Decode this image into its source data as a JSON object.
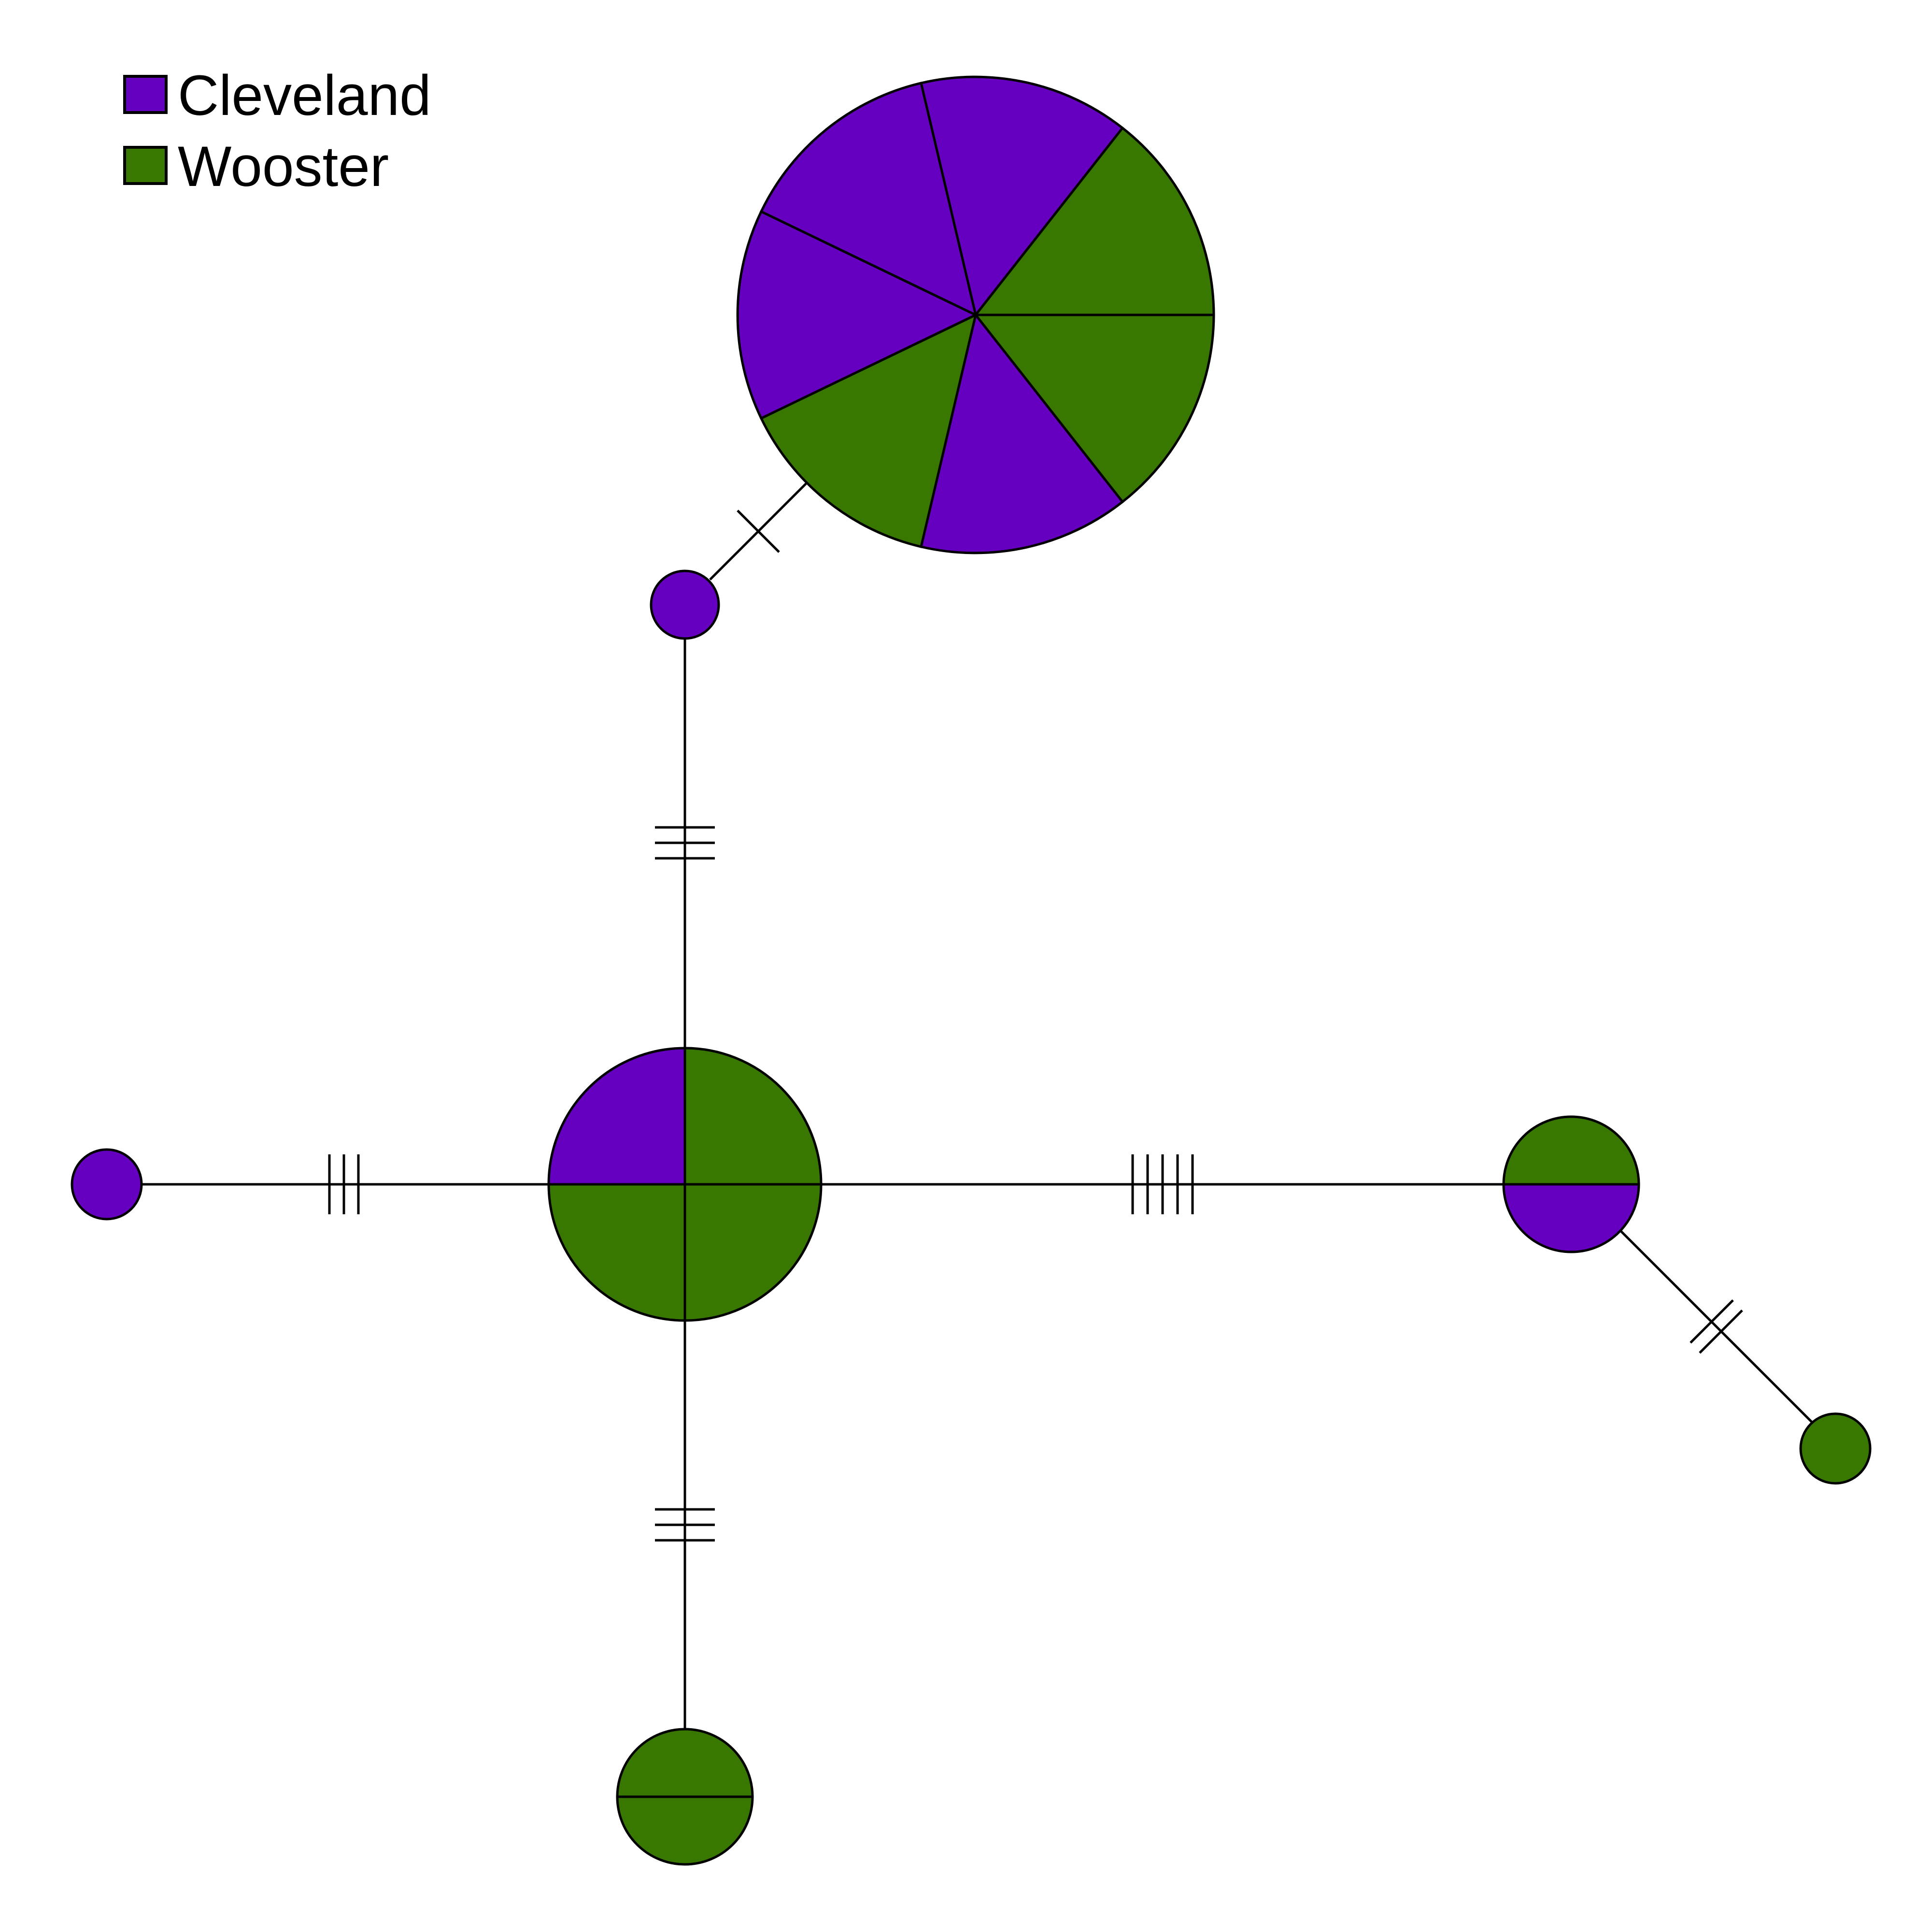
{
  "legend": {
    "items": [
      {
        "label": "Cleveland",
        "color": "#6600c0"
      },
      {
        "label": "Wooster",
        "color": "#387800"
      }
    ]
  },
  "network": {
    "haplotypes": [
      {
        "id": "h-top",
        "sectors": [
          "Cleveland",
          "Cleveland",
          "Cleveland",
          "Wooster",
          "Wooster",
          "Cleveland",
          "Wooster"
        ]
      },
      {
        "id": "h-upper-small",
        "sectors": [
          "Cleveland"
        ]
      },
      {
        "id": "h-center",
        "sectors": [
          "Cleveland",
          "Wooster",
          "Wooster",
          "Wooster"
        ]
      },
      {
        "id": "h-left",
        "sectors": [
          "Cleveland"
        ]
      },
      {
        "id": "h-bottom",
        "sectors": [
          "Wooster",
          "Wooster"
        ]
      },
      {
        "id": "h-right",
        "sectors": [
          "Wooster",
          "Cleveland"
        ]
      },
      {
        "id": "h-far-right",
        "sectors": [
          "Wooster"
        ]
      }
    ],
    "edges": [
      {
        "from": "h-top",
        "to": "h-upper-small",
        "mutations": 1
      },
      {
        "from": "h-upper-small",
        "to": "h-center",
        "mutations": 3
      },
      {
        "from": "h-left",
        "to": "h-center",
        "mutations": 3
      },
      {
        "from": "h-center",
        "to": "h-bottom",
        "mutations": 3
      },
      {
        "from": "h-center",
        "to": "h-right",
        "mutations": 5
      },
      {
        "from": "h-right",
        "to": "h-far-right",
        "mutations": 2
      }
    ]
  }
}
